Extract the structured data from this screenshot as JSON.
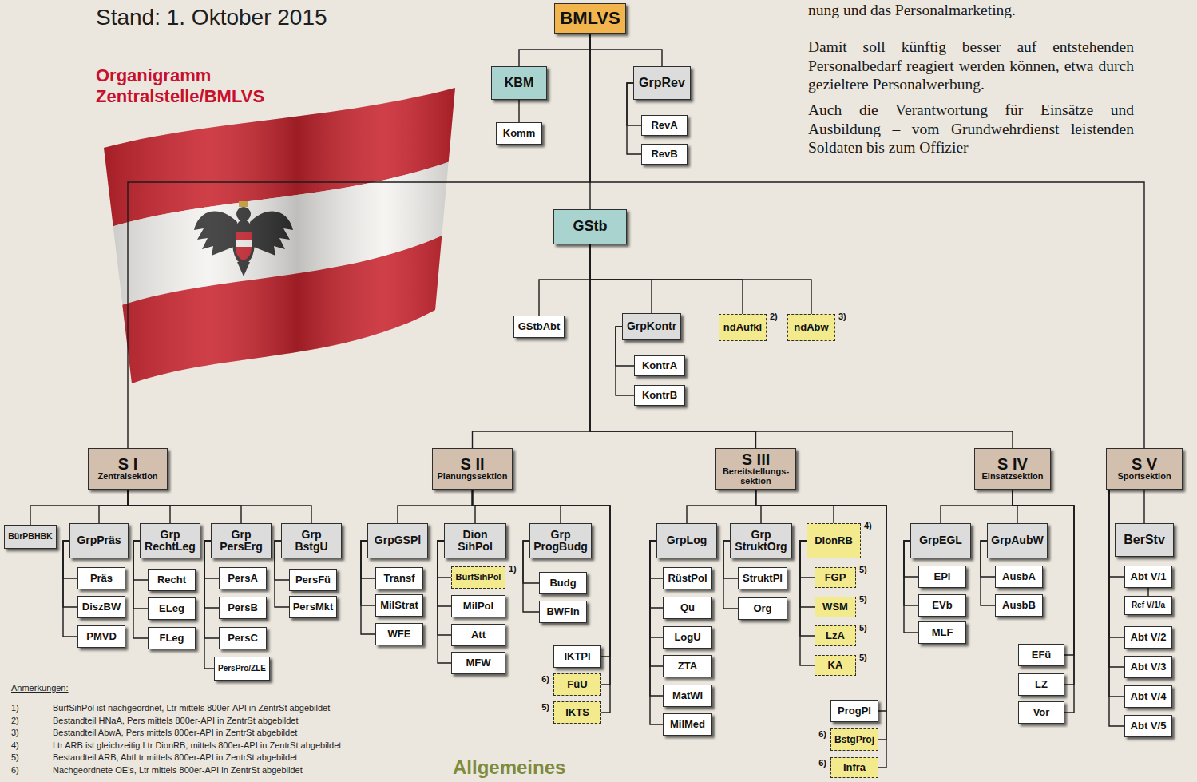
{
  "diagram": {
    "title": "Organigramm Zentralstelle/BMLVS",
    "nodes": [
      {
        "text": [
          "BMLVS"
        ]
      },
      {
        "text": [
          "KBM"
        ]
      },
      {
        "text": [
          "Komm"
        ]
      },
      {
        "text": [
          "GrpRev"
        ]
      },
      {
        "text": [
          "RevA"
        ]
      },
      {
        "text": [
          "RevB"
        ]
      },
      {
        "text": [
          "GStb"
        ]
      },
      {
        "text": [
          "GStbAbt"
        ]
      },
      {
        "text": [
          "GrpKontr"
        ]
      },
      {
        "text": [
          "KontrA"
        ]
      },
      {
        "text": [
          "KontrB"
        ]
      },
      {
        "text": [
          "ndAufkl"
        ]
      },
      {
        "text": [
          "ndAbw"
        ]
      },
      {
        "text": [
          "S I",
          "Zentralsektion"
        ]
      },
      {
        "text": [
          "S II",
          "Planungssektion"
        ]
      },
      {
        "text": [
          "S III",
          "Bereitstellungs- sektion"
        ]
      },
      {
        "text": [
          "S IV",
          "Einsatzsektion"
        ]
      },
      {
        "text": [
          "S V",
          "Sportsektion"
        ]
      },
      {
        "text": [
          "BürPBHBK"
        ]
      },
      {
        "text": [
          "GrpPräs"
        ]
      },
      {
        "text": [
          "Präs"
        ]
      },
      {
        "text": [
          "DiszBW"
        ]
      },
      {
        "text": [
          "PMVD"
        ]
      },
      {
        "text": [
          "Grp RechtLeg"
        ]
      },
      {
        "text": [
          "Recht"
        ]
      },
      {
        "text": [
          "ELeg"
        ]
      },
      {
        "text": [
          "FLeg"
        ]
      },
      {
        "text": [
          "Grp PersErg"
        ]
      },
      {
        "text": [
          "PersA"
        ]
      },
      {
        "text": [
          "PersB"
        ]
      },
      {
        "text": [
          "PersC"
        ]
      },
      {
        "text": [
          "PersPro/ZLE"
        ]
      },
      {
        "text": [
          "Grp BstgU"
        ]
      },
      {
        "text": [
          "PersFü"
        ]
      },
      {
        "text": [
          "PersMkt"
        ]
      },
      {
        "text": [
          "GrpGSPl"
        ]
      },
      {
        "text": [
          "Transf"
        ]
      },
      {
        "text": [
          "MilStrat"
        ]
      },
      {
        "text": [
          "WFE"
        ]
      },
      {
        "text": [
          "Dion SihPol"
        ]
      },
      {
        "text": [
          "BürfSihPol"
        ]
      },
      {
        "text": [
          "MilPol"
        ]
      },
      {
        "text": [
          "Att"
        ]
      },
      {
        "text": [
          "MFW"
        ]
      },
      {
        "text": [
          "Grp ProgBudg"
        ]
      },
      {
        "text": [
          "Budg"
        ]
      },
      {
        "text": [
          "BWFin"
        ]
      },
      {
        "text": [
          "IKTPl"
        ]
      },
      {
        "text": [
          "FüU"
        ]
      },
      {
        "text": [
          "IKTS"
        ]
      },
      {
        "text": [
          "GrpLog"
        ]
      },
      {
        "text": [
          "RüstPol"
        ]
      },
      {
        "text": [
          "Qu"
        ]
      },
      {
        "text": [
          "LogU"
        ]
      },
      {
        "text": [
          "ZTA"
        ]
      },
      {
        "text": [
          "MatWi"
        ]
      },
      {
        "text": [
          "MilMed"
        ]
      },
      {
        "text": [
          "Grp StruktOrg"
        ]
      },
      {
        "text": [
          "StruktPl"
        ]
      },
      {
        "text": [
          "Org"
        ]
      },
      {
        "text": [
          "DionRB"
        ]
      },
      {
        "text": [
          "FGP"
        ]
      },
      {
        "text": [
          "WSM"
        ]
      },
      {
        "text": [
          "LzA"
        ]
      },
      {
        "text": [
          "KA"
        ]
      },
      {
        "text": [
          "ProgPl"
        ]
      },
      {
        "text": [
          "BstgProj"
        ]
      },
      {
        "text": [
          "Infra"
        ]
      },
      {
        "text": [
          "GrpEGL"
        ]
      },
      {
        "text": [
          "EPl"
        ]
      },
      {
        "text": [
          "EVb"
        ]
      },
      {
        "text": [
          "MLF"
        ]
      },
      {
        "text": [
          "GrpAubW"
        ]
      },
      {
        "text": [
          "AusbA"
        ]
      },
      {
        "text": [
          "AusbB"
        ]
      },
      {
        "text": [
          "EFü"
        ]
      },
      {
        "text": [
          "LZ"
        ]
      },
      {
        "text": [
          "Vor"
        ]
      },
      {
        "text": [
          "BerStv"
        ]
      },
      {
        "text": [
          "Abt V/1"
        ]
      },
      {
        "text": [
          "Ref V/1/a"
        ]
      },
      {
        "text": [
          "Abt V/2"
        ]
      },
      {
        "text": [
          "Abt V/3"
        ]
      },
      {
        "text": [
          "Abt V/4"
        ]
      },
      {
        "text": [
          "Abt V/5"
        ]
      }
    ],
    "edges": [
      {
        "from": 0,
        "to": 1,
        "arrow": "none"
      },
      {
        "from": 0,
        "to": 3,
        "arrow": "none"
      },
      {
        "from": 1,
        "to": 2,
        "arrow": "none"
      },
      {
        "from": 3,
        "to": 4,
        "arrow": "none"
      },
      {
        "from": 3,
        "to": 5,
        "arrow": "none"
      },
      {
        "from": 0,
        "to": 6,
        "arrow": "none"
      },
      {
        "from": 6,
        "to": 7,
        "arrow": "none"
      },
      {
        "from": 6,
        "to": 8,
        "arrow": "none"
      },
      {
        "from": 6,
        "to": 11,
        "arrow": "none"
      },
      {
        "from": 6,
        "to": 12,
        "arrow": "none"
      },
      {
        "from": 8,
        "to": 9,
        "arrow": "none"
      },
      {
        "from": 8,
        "to": 10,
        "arrow": "none"
      },
      {
        "from": 0,
        "to": 13,
        "arrow": "none"
      },
      {
        "from": 0,
        "to": 17,
        "arrow": "none"
      },
      {
        "from": 6,
        "to": 14,
        "arrow": "none"
      },
      {
        "from": 6,
        "to": 15,
        "arrow": "none"
      },
      {
        "from": 6,
        "to": 16,
        "arrow": "none"
      },
      {
        "from": 13,
        "to": 18,
        "arrow": "none"
      },
      {
        "from": 13,
        "to": 19,
        "arrow": "none"
      },
      {
        "from": 13,
        "to": 23,
        "arrow": "none"
      },
      {
        "from": 13,
        "to": 27,
        "arrow": "none"
      },
      {
        "from": 13,
        "to": 32,
        "arrow": "none"
      },
      {
        "from": 19,
        "to": 20,
        "arrow": "none"
      },
      {
        "from": 19,
        "to": 21,
        "arrow": "none"
      },
      {
        "from": 19,
        "to": 22,
        "arrow": "none"
      },
      {
        "from": 23,
        "to": 24,
        "arrow": "none"
      },
      {
        "from": 23,
        "to": 25,
        "arrow": "none"
      },
      {
        "from": 23,
        "to": 26,
        "arrow": "none"
      },
      {
        "from": 27,
        "to": 28,
        "arrow": "none"
      },
      {
        "from": 27,
        "to": 29,
        "arrow": "none"
      },
      {
        "from": 27,
        "to": 30,
        "arrow": "none"
      },
      {
        "from": 27,
        "to": 31,
        "arrow": "none"
      },
      {
        "from": 32,
        "to": 33,
        "arrow": "none"
      },
      {
        "from": 32,
        "to": 34,
        "arrow": "none"
      },
      {
        "from": 14,
        "to": 35,
        "arrow": "none"
      },
      {
        "from": 14,
        "to": 39,
        "arrow": "none"
      },
      {
        "from": 14,
        "to": 44,
        "arrow": "none"
      },
      {
        "from": 14,
        "to": 47,
        "arrow": "none"
      },
      {
        "from": 14,
        "to": 48,
        "arrow": "none"
      },
      {
        "from": 14,
        "to": 49,
        "arrow": "none"
      },
      {
        "from": 35,
        "to": 36,
        "arrow": "none"
      },
      {
        "from": 35,
        "to": 37,
        "arrow": "none"
      },
      {
        "from": 35,
        "to": 38,
        "arrow": "none"
      },
      {
        "from": 39,
        "to": 40,
        "arrow": "none"
      },
      {
        "from": 39,
        "to": 41,
        "arrow": "none"
      },
      {
        "from": 39,
        "to": 42,
        "arrow": "none"
      },
      {
        "from": 39,
        "to": 43,
        "arrow": "none"
      },
      {
        "from": 44,
        "to": 45,
        "arrow": "none"
      },
      {
        "from": 44,
        "to": 46,
        "arrow": "none"
      },
      {
        "from": 15,
        "to": 50,
        "arrow": "none"
      },
      {
        "from": 15,
        "to": 57,
        "arrow": "none"
      },
      {
        "from": 15,
        "to": 60,
        "arrow": "none"
      },
      {
        "from": 15,
        "to": 65,
        "arrow": "none"
      },
      {
        "from": 15,
        "to": 66,
        "arrow": "none"
      },
      {
        "from": 15,
        "to": 67,
        "arrow": "none"
      },
      {
        "from": 50,
        "to": 51,
        "arrow": "none"
      },
      {
        "from": 50,
        "to": 52,
        "arrow": "none"
      },
      {
        "from": 50,
        "to": 53,
        "arrow": "none"
      },
      {
        "from": 50,
        "to": 54,
        "arrow": "none"
      },
      {
        "from": 50,
        "to": 55,
        "arrow": "none"
      },
      {
        "from": 50,
        "to": 56,
        "arrow": "none"
      },
      {
        "from": 57,
        "to": 58,
        "arrow": "none"
      },
      {
        "from": 57,
        "to": 59,
        "arrow": "none"
      },
      {
        "from": 60,
        "to": 61,
        "arrow": "none"
      },
      {
        "from": 60,
        "to": 62,
        "arrow": "none"
      },
      {
        "from": 60,
        "to": 63,
        "arrow": "none"
      },
      {
        "from": 60,
        "to": 64,
        "arrow": "none"
      },
      {
        "from": 16,
        "to": 68,
        "arrow": "none"
      },
      {
        "from": 16,
        "to": 72,
        "arrow": "none"
      },
      {
        "from": 16,
        "to": 75,
        "arrow": "none"
      },
      {
        "from": 16,
        "to": 76,
        "arrow": "none"
      },
      {
        "from": 16,
        "to": 77,
        "arrow": "none"
      },
      {
        "from": 68,
        "to": 69,
        "arrow": "none"
      },
      {
        "from": 68,
        "to": 70,
        "arrow": "none"
      },
      {
        "from": 68,
        "to": 71,
        "arrow": "none"
      },
      {
        "from": 72,
        "to": 73,
        "arrow": "none"
      },
      {
        "from": 72,
        "to": 74,
        "arrow": "none"
      },
      {
        "from": 17,
        "to": 78,
        "arrow": "none"
      },
      {
        "from": 17,
        "to": 79,
        "arrow": "none"
      },
      {
        "from": 17,
        "to": 81,
        "arrow": "none"
      },
      {
        "from": 17,
        "to": 82,
        "arrow": "none"
      },
      {
        "from": 17,
        "to": 83,
        "arrow": "none"
      },
      {
        "from": 17,
        "to": 84,
        "arrow": "none"
      },
      {
        "from": 79,
        "to": 80,
        "arrow": "none"
      }
    ],
    "labels": [
      "Stand: 1. Oktober 2015",
      "nung und das Personalmarketing.",
      "Damit soll künftig besser auf entstehenden Personalbedarf reagiert werden können, etwa durch gezieltere Personalwerbung.",
      "Auch die Verantwortung für Einsätze und Ausbildung – vom Grundwehrdienst leistenden Soldaten bis zum Offizier –",
      "1)",
      "2)",
      "3)",
      "4)",
      "5)",
      "5)",
      "5)",
      "5)",
      "5)",
      "6)",
      "6)",
      "6)",
      "Anmerkungen:",
      "1)",
      "BürfSihPol ist nachgeordnet, Ltr mittels 800er-API in ZentrSt abgebildet",
      "2)",
      "Bestandteil HNaA, Pers mittels 800er-API in ZentrSt abgebildet",
      "3)",
      "Bestandteil AbwA, Pers mittels 800er-API in ZentrSt abgebildet",
      "4)",
      "Ltr ARB ist gleichzeitig Ltr DionRB, mittels 800er-API in ZentrSt abgebildet",
      "5)",
      "Bestandteil ARB, AbtLtr mittels 800er-API in ZentrSt abgebildet",
      "6)",
      "Nachgeordnete OE's, Ltr mittels 800er-API in ZentrSt abgebildet",
      "Allgemeines"
    ]
  }
}
